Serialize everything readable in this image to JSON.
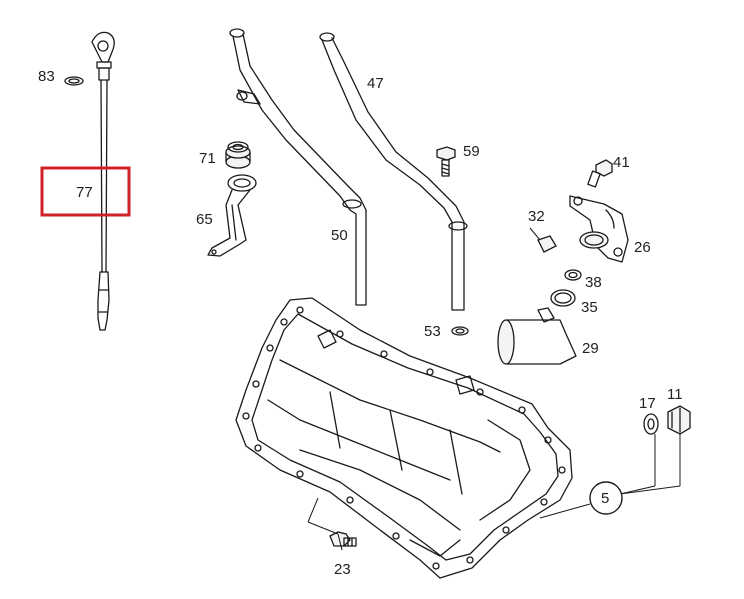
{
  "callouts": [
    {
      "id": "83",
      "text": "83"
    },
    {
      "id": "77",
      "text": "77"
    },
    {
      "id": "71",
      "text": "71"
    },
    {
      "id": "65",
      "text": "65"
    },
    {
      "id": "50",
      "text": "50"
    },
    {
      "id": "47",
      "text": "47"
    },
    {
      "id": "59",
      "text": "59"
    },
    {
      "id": "41",
      "text": "41"
    },
    {
      "id": "32",
      "text": "32"
    },
    {
      "id": "26",
      "text": "26"
    },
    {
      "id": "38",
      "text": "38"
    },
    {
      "id": "35",
      "text": "35"
    },
    {
      "id": "53",
      "text": "53"
    },
    {
      "id": "29",
      "text": "29"
    },
    {
      "id": "17",
      "text": "17"
    },
    {
      "id": "11",
      "text": "11"
    },
    {
      "id": "5",
      "text": "5"
    },
    {
      "id": "23",
      "text": "23"
    }
  ],
  "highlight": {
    "callout": "77",
    "color": "#d0202a"
  }
}
